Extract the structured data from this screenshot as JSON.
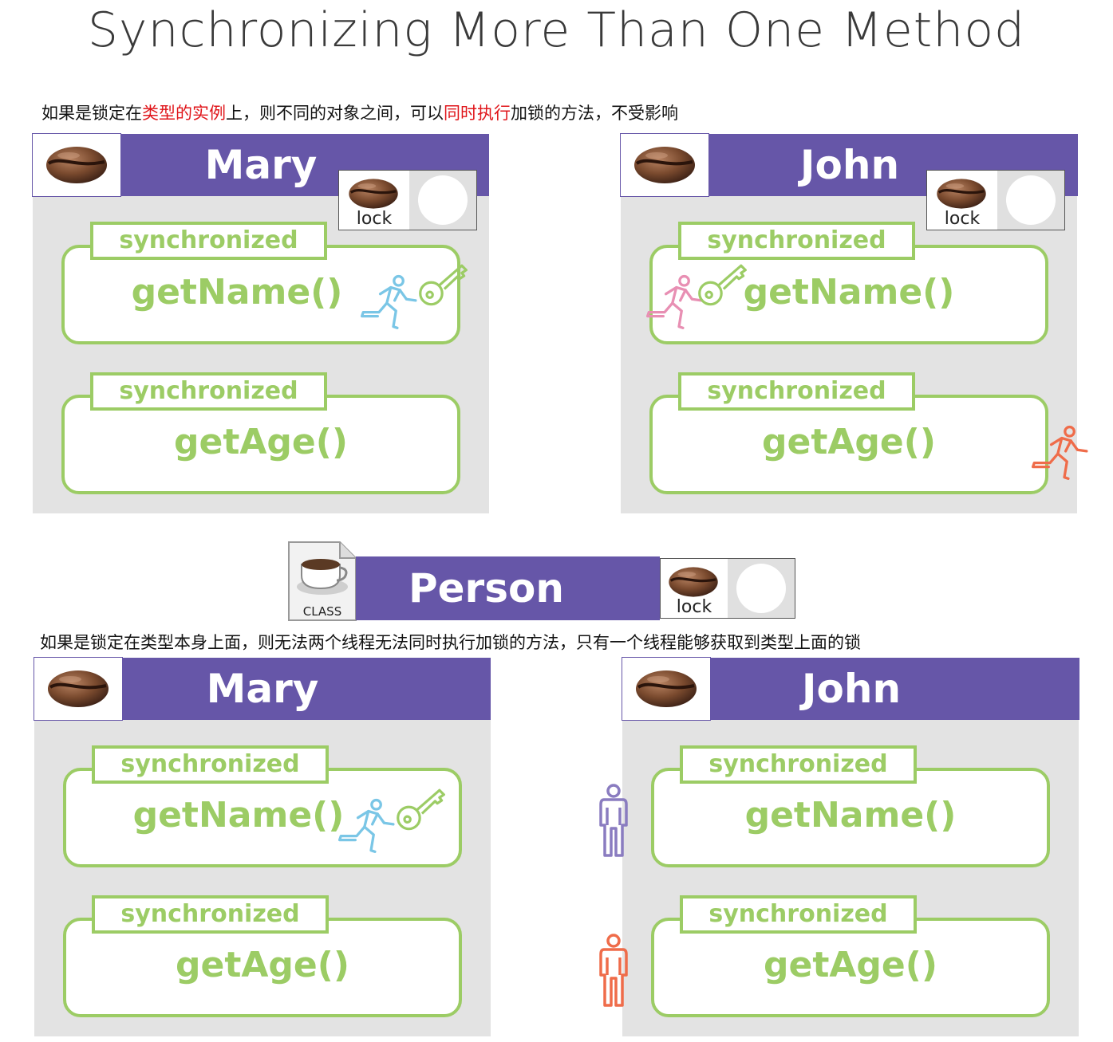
{
  "title": "Synchronizing More Than One Method",
  "note_top": {
    "part1": "如果是锁定在",
    "part2_red": "类型的实例",
    "part3": "上，则不同的对象之间，可以",
    "part4_red": "同时执行",
    "part5": "加锁的方法，不受影响"
  },
  "note_bottom": "如果是锁定在类型本身上面，则无法两个线程无法同时执行加锁的方法，只有一个线程能够获取到类型上面的锁",
  "lock_label": "lock",
  "class_label": "CLASS",
  "person_label": "Person",
  "sync_label": "synchronized",
  "top": {
    "mary": {
      "name": "Mary",
      "method1": "getName()",
      "method2": "getAge()"
    },
    "john": {
      "name": "John",
      "method1": "getName()",
      "method2": "getAge()"
    }
  },
  "bottom": {
    "mary": {
      "name": "Mary",
      "method1": "getName()",
      "method2": "getAge()"
    },
    "john": {
      "name": "John",
      "method1": "getName()",
      "method2": "getAge()"
    }
  },
  "colors": {
    "header": "#6656a8",
    "method": "#9ccc65",
    "panel": "#e3e3e3",
    "red": "#e0161b",
    "runner_blue": "#7ac6e6",
    "runner_pink": "#e88fb3",
    "runner_orange": "#ef6c4a",
    "person_purple": "#8a7cc0"
  }
}
